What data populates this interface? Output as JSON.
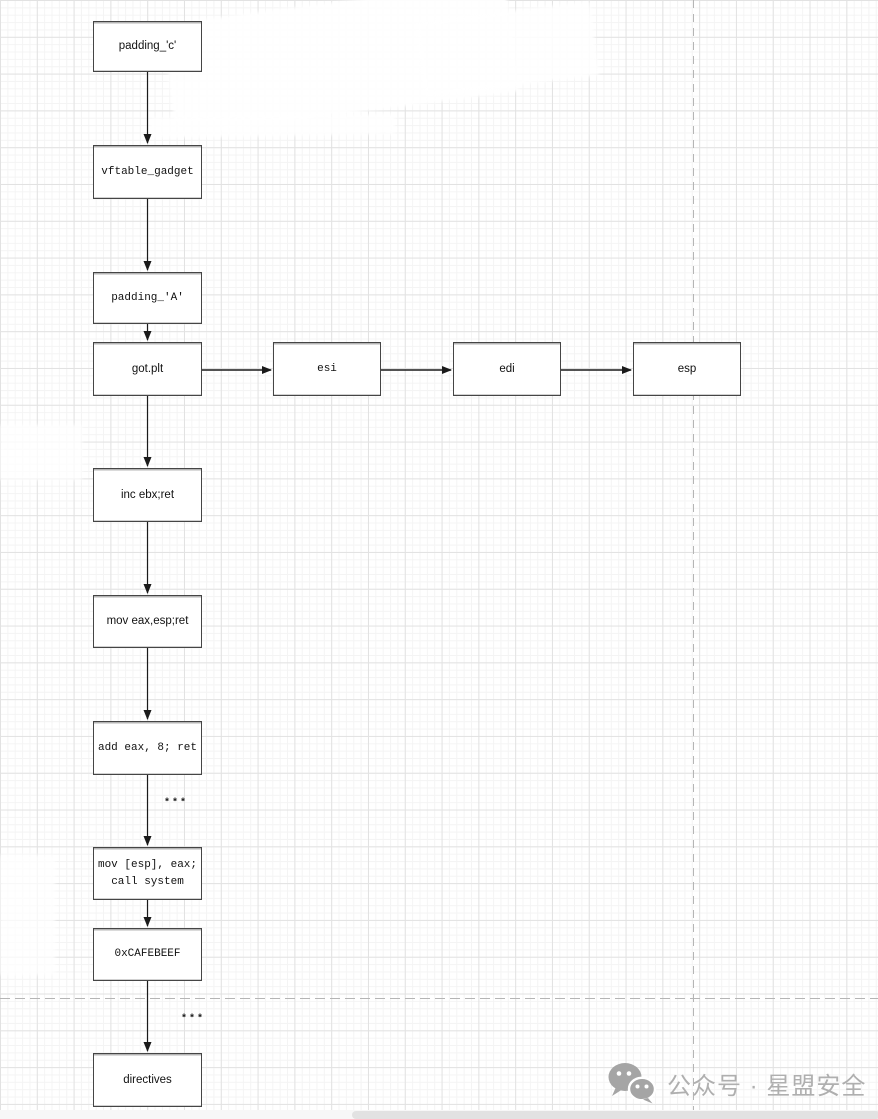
{
  "diagram": {
    "nodes": {
      "padding_c": {
        "label": "padding_'c'"
      },
      "vftable_gadget": {
        "label": "vftable_gadget"
      },
      "padding_A": {
        "label": "padding_'A'"
      },
      "got_plt": {
        "label": "got.plt"
      },
      "esi": {
        "label": "esi"
      },
      "edi": {
        "label": "edi"
      },
      "esp": {
        "label": "esp"
      },
      "inc_ebx_ret": {
        "label": "inc ebx;ret"
      },
      "mov_eax_esp_ret": {
        "label": "mov eax,esp;ret"
      },
      "add_eax_8_ret": {
        "label": "add eax, 8; ret"
      },
      "mov_esp_eax_call_system": {
        "label": "mov [esp], eax;\ncall system"
      },
      "cafebeef": {
        "label": "0xCAFEBEEF"
      },
      "directives": {
        "label": "directives"
      }
    },
    "ellipsis_top": "***",
    "ellipsis_bottom": "***"
  },
  "watermark": {
    "icon": "wechat-icon",
    "text": "公众号 · 星盟安全"
  },
  "colors": {
    "node_border": "#454545",
    "node_fill": "#ffffff",
    "edge": "#1a1a1a",
    "page_boundary_dash": "#b5b5b5",
    "grid_minor": "#f4f4f4",
    "grid_major": "#e2e2e2",
    "watermark": "#afafaf",
    "scrollbar_thumb": "#e2e2e2",
    "scrollbar_track": "#f7f7f7",
    "text": "#111111"
  }
}
